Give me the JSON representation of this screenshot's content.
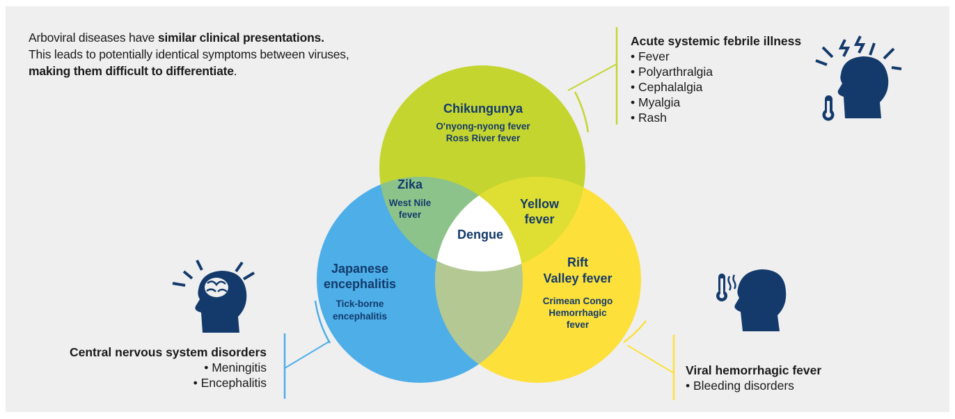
{
  "intro": {
    "l1_prefix": "Arboviral diseases have ",
    "l1_bold": "similar clinical presentations.",
    "l2": "This leads to potentially identical symptoms between viruses,",
    "l3_bold": "making them difficult to differentiate",
    "l3_suffix": "."
  },
  "acute": {
    "title": "Acute systemic febrile illness",
    "items": [
      "• Fever",
      "• Polyarthralgia",
      "• Cephalalgia",
      "• Myalgia",
      "• Rash"
    ]
  },
  "cns": {
    "title": "Central nervous system disorders",
    "items": [
      "• Meningitis",
      "• Encephalitis"
    ]
  },
  "vhf": {
    "title": "Viral hemorrhagic fever",
    "items": [
      "• Bleeding disorders"
    ]
  },
  "venn": {
    "chik": {
      "title": "Chikungunya",
      "sub1": "O'nyong-nyong fever",
      "sub2": "Ross River fever"
    },
    "zika": {
      "title": "Zika",
      "sub1": "West Nile",
      "sub2": "fever"
    },
    "yellow": {
      "l1": "Yellow",
      "l2": "fever"
    },
    "dengue": "Dengue",
    "jap": {
      "l1": "Japanese",
      "l2": "encephalitis",
      "sub1": "Tick-borne",
      "sub2": "encephalitis"
    },
    "rift": {
      "l1": "Rift",
      "l2": "Valley fever",
      "sub1": "Crimean Congo",
      "sub2": "Hemorrhagic",
      "sub3": "fever"
    }
  },
  "colors": {
    "green": "#c5d530",
    "blue": "#4daee8",
    "yellow": "#fde03a",
    "navy": "#133a6b",
    "overlap_green_blue": "#8cc38b",
    "overlap_blue_yellow": "#b3c892",
    "overlap_green_yellow": "#dfde32"
  },
  "icons": [
    "headache-icon",
    "thermometer-icon",
    "brain-head-icon",
    "fever-head-icon"
  ]
}
